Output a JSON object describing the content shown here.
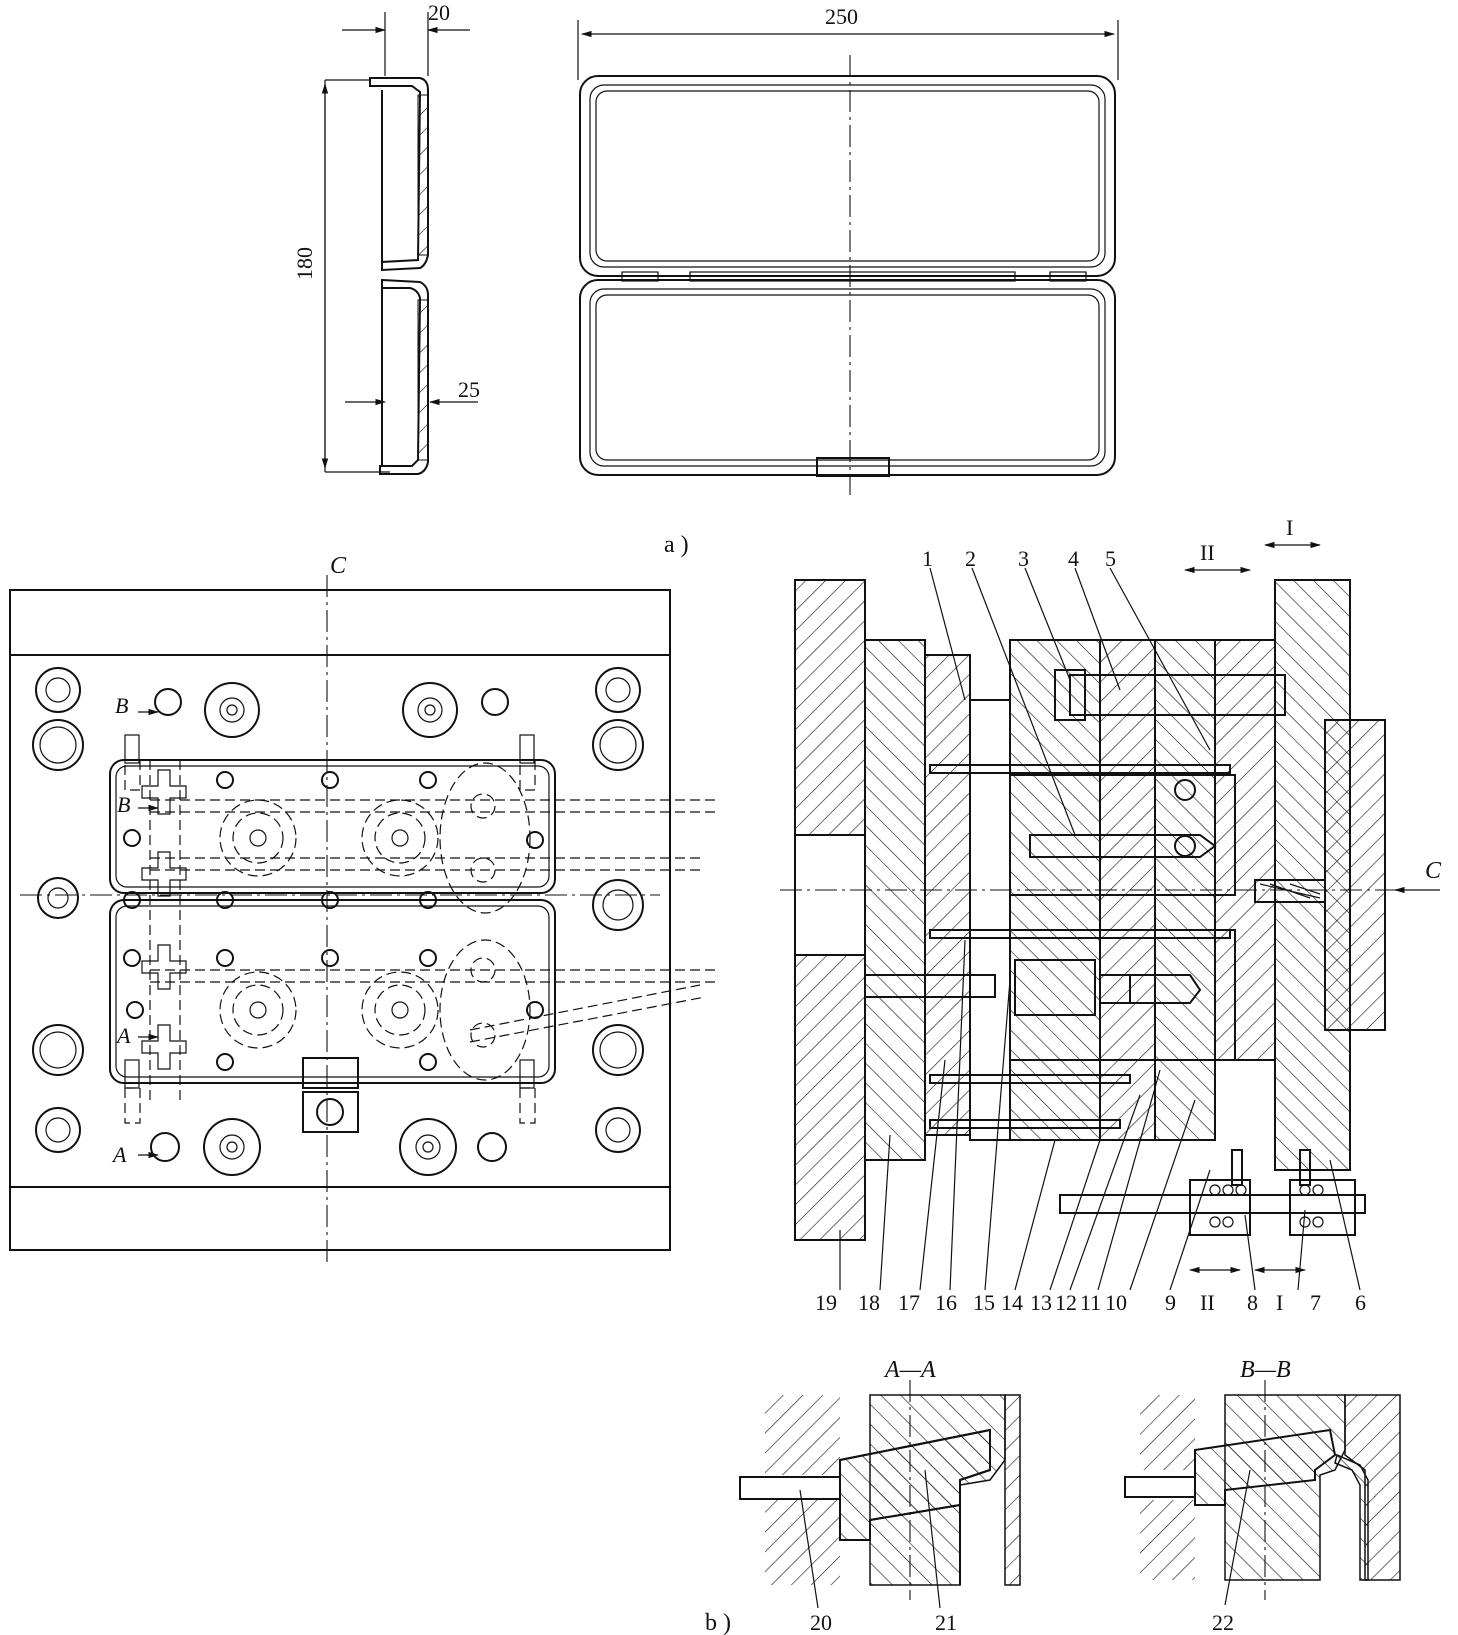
{
  "part_view": {
    "dims": {
      "thickness_top": "20",
      "width": "250",
      "height": "180",
      "depth": "25"
    },
    "caption": "a )"
  },
  "mold_plan": {
    "section_mark": "C",
    "markers": [
      "B",
      "B",
      "A",
      "A"
    ]
  },
  "mold_section": {
    "callouts_top": [
      "1",
      "2",
      "3",
      "4",
      "5"
    ],
    "callouts_bottom": [
      "19",
      "18",
      "17",
      "16",
      "15",
      "14",
      "13",
      "12",
      "11",
      "10",
      "9",
      "II",
      "8",
      "I",
      "7",
      "6"
    ],
    "parting_marks": {
      "top_ii": "II",
      "top_i": "I"
    },
    "section_mark": "C"
  },
  "details": {
    "aa": {
      "title": "A—A",
      "callouts": [
        "20",
        "21"
      ]
    },
    "bb": {
      "title": "B—B",
      "callouts": [
        "22"
      ]
    },
    "caption": "b )"
  }
}
